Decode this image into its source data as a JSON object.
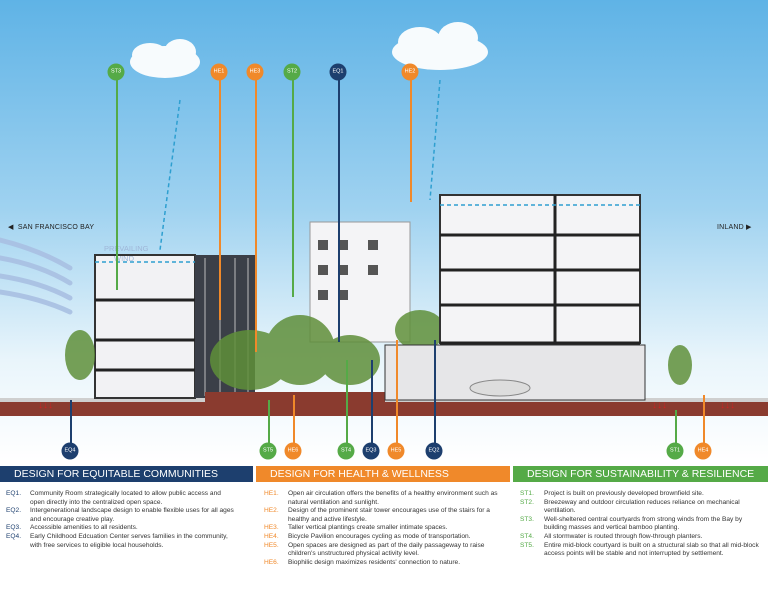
{
  "labels": {
    "west": "SAN FRANCISCO BAY",
    "east": "INLAND",
    "wind": "PREVAILING WIND"
  },
  "colors": {
    "equitable": "#1d3f6e",
    "health": "#f0892a",
    "sustain": "#55aa47"
  },
  "top_tags": [
    "ST3",
    "HE1",
    "HE3",
    "ST2",
    "EQ1",
    "HE2"
  ],
  "bottom_tags": [
    "EQ4",
    "ST5",
    "HE6",
    "ST4",
    "EQ3",
    "HE5",
    "EQ2",
    "ST1",
    "HE4"
  ],
  "sections": [
    {
      "title": "DESIGN FOR EQUITABLE COMMUNITIES",
      "items": [
        {
          "code": "EQ1.",
          "text": "Community Room strategically located to allow public access and open directly into the centralized open space."
        },
        {
          "code": "EQ2.",
          "text": "Intergenerational landscape design to enable flexible uses for all ages and encourage creative play."
        },
        {
          "code": "EQ3.",
          "text": "Accessible amenities to all residents."
        },
        {
          "code": "EQ4.",
          "text": "Early Childhood Edcuation Center serves families in the community, with free services to eligible local households."
        }
      ]
    },
    {
      "title": "DESIGN FOR HEALTH & WELLNESS",
      "items": [
        {
          "code": "HE1.",
          "text": "Open air circulation offers the benefits of a healthy environment such as natural ventilation and sunlight."
        },
        {
          "code": "HE2.",
          "text": "Design of the prominent stair tower encourages use of the stairs for a healthy and active lifestyle."
        },
        {
          "code": "HE3.",
          "text": "Taller vertical plantings create smaller intimate spaces."
        },
        {
          "code": "HE4.",
          "text": "Bicycle Pavilion encourages cycling as mode of transportation."
        },
        {
          "code": "HE5.",
          "text": "Open spaces are designed as part of the daily passageway to raise children's unstructured physical activity level."
        },
        {
          "code": "HE6.",
          "text": "Biophilic design maximizes residents' connection to nature."
        }
      ]
    },
    {
      "title": "DESIGN FOR SUSTAINABILITY & RESILIENCE",
      "items": [
        {
          "code": "ST1.",
          "text": "Project is built on previously developed brownfield site."
        },
        {
          "code": "ST2.",
          "text": "Breezeway and outdoor circulation reduces reliance on mechanical ventilation."
        },
        {
          "code": "ST3.",
          "text": "Well-sheltered central courtyards from strong winds from the Bay by building masses and vertical bamboo planting."
        },
        {
          "code": "ST4.",
          "text": "All stormwater is routed through flow-through planters."
        },
        {
          "code": "ST5.",
          "text": "Entire mid-block courtyard is built on a structural slab so that all mid-block access points will be stable and not interrupted by settlement."
        }
      ]
    }
  ]
}
